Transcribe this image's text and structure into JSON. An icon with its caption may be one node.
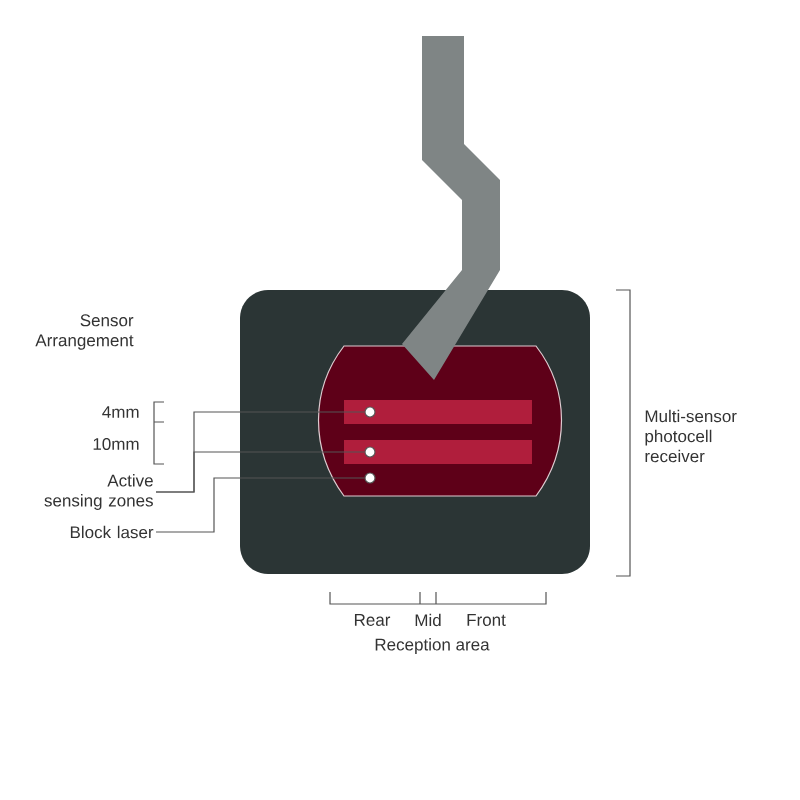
{
  "diagram": {
    "nodes": [
      {
        "text": [
          "Active sensing zones"
        ]
      },
      {
        "text": [
          "Block laser"
        ]
      },
      {
        "text": [],
        "shape": "circle"
      },
      {
        "text": [],
        "shape": "circle"
      },
      {
        "text": [],
        "shape": "circle"
      }
    ],
    "edges": [
      {
        "from": 0,
        "to": 2,
        "arrow": "none"
      },
      {
        "from": 0,
        "to": 3,
        "arrow": "none"
      },
      {
        "from": 1,
        "to": 4,
        "arrow": "none"
      }
    ],
    "labels": [
      "Sensor Arrangement",
      "4mm",
      "10mm",
      "Multi-sensor photocell receiver",
      "Rear",
      "Mid",
      "Front",
      "Reception area"
    ]
  }
}
